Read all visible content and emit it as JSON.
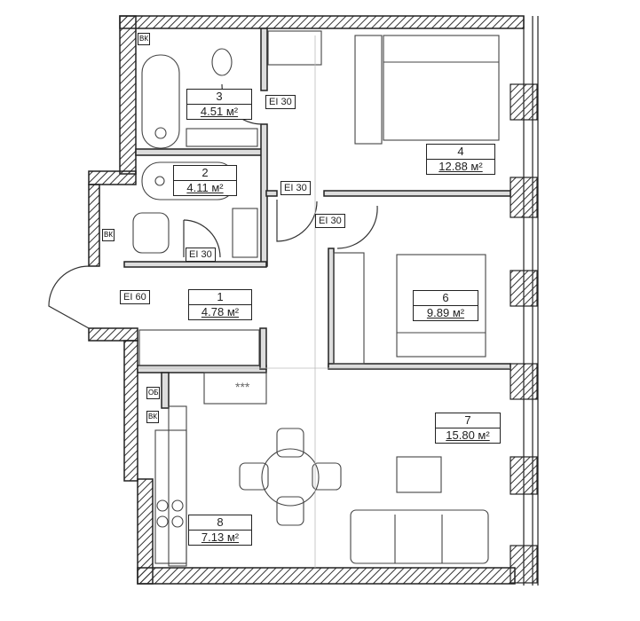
{
  "rooms": [
    {
      "number": "1",
      "area": "4.78 м²"
    },
    {
      "number": "2",
      "area": "4.11 м²"
    },
    {
      "number": "3",
      "area": "4.51 м²"
    },
    {
      "number": "4",
      "area": "12.88 м²"
    },
    {
      "number": "6",
      "area": "9.89 м²"
    },
    {
      "number": "7",
      "area": "15.80 м²"
    },
    {
      "number": "8",
      "area": "7.13 м²"
    }
  ],
  "fire_ratings": {
    "door_bath3": "EI 30",
    "door_bedroom4": "EI 30",
    "door_bedroom6": "EI 30",
    "door_bath2": "EI 30",
    "door_entry": "EI 60"
  },
  "shafts": {
    "vk1": "ВК",
    "vk2": "ВК",
    "vk3": "ВК",
    "ob": "ОБ"
  },
  "stove_mark": "***"
}
